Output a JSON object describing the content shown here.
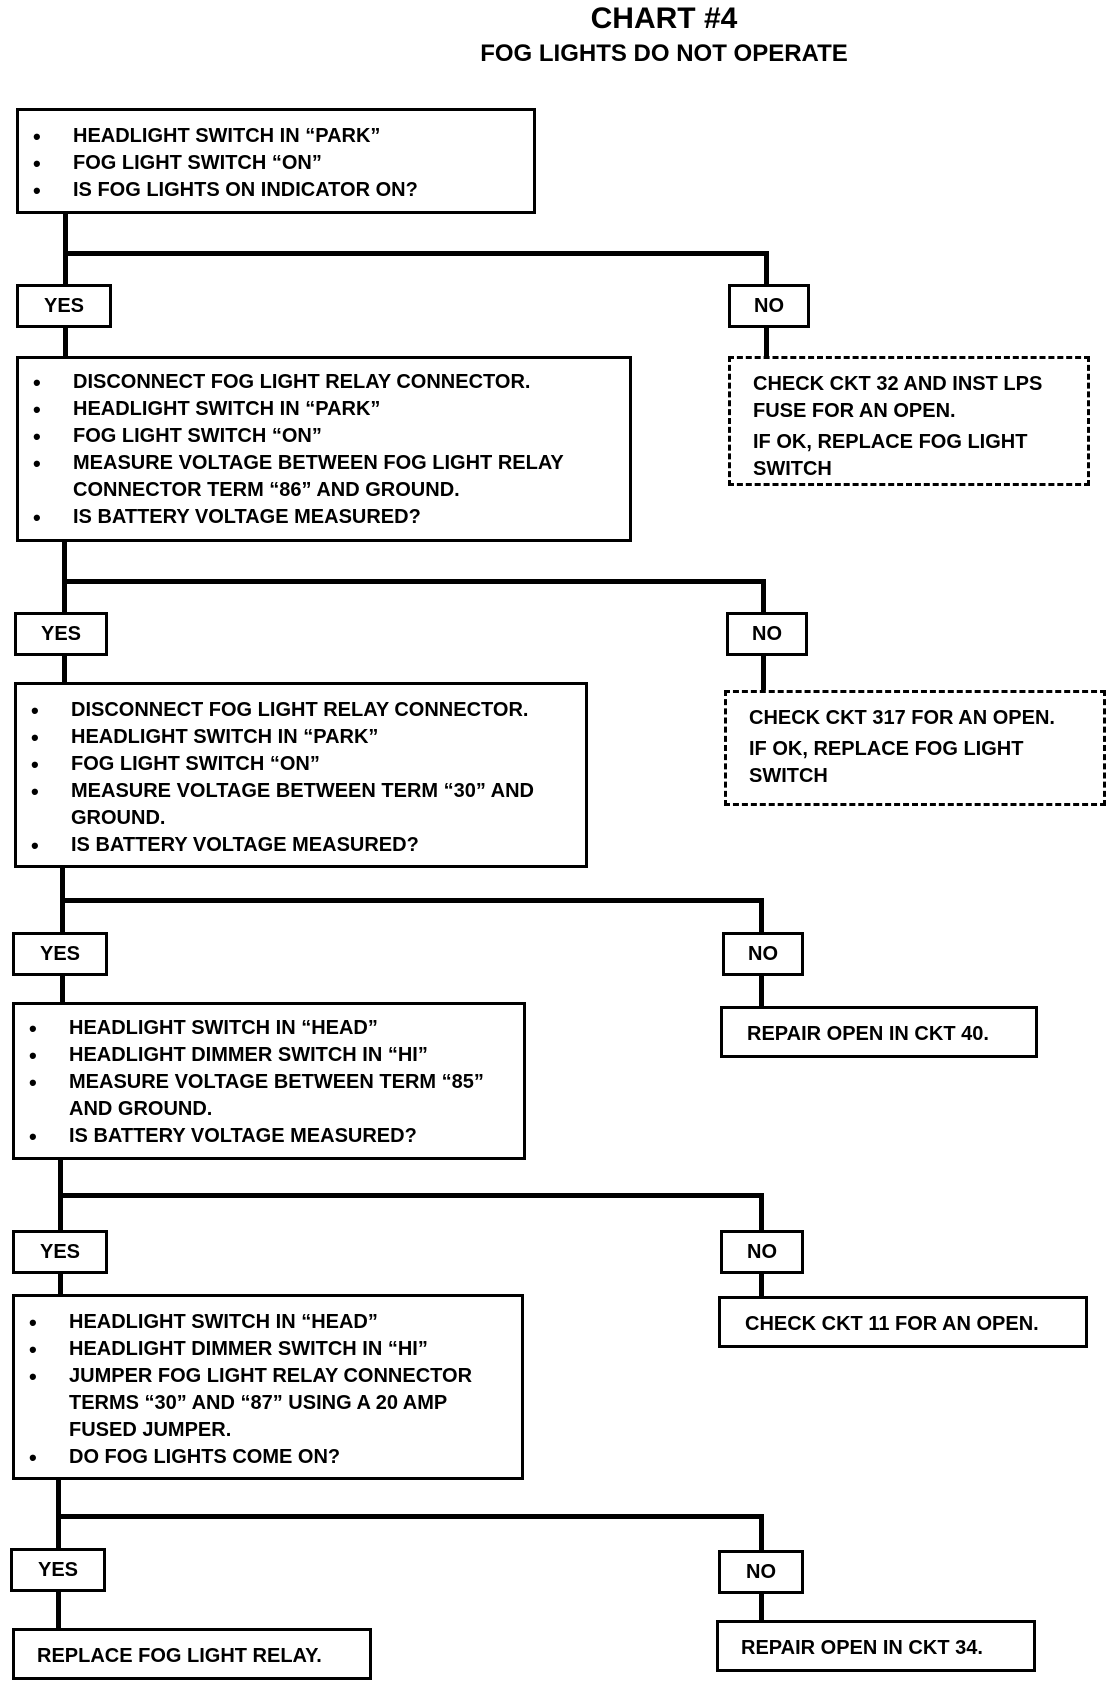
{
  "title": "CHART #4",
  "subtitle": "FOG LIGHTS DO NOT OPERATE",
  "answers": {
    "yes": "YES",
    "no": "NO"
  },
  "steps": [
    {
      "items": [
        "HEADLIGHT SWITCH IN “PARK”",
        "FOG LIGHT SWITCH “ON”",
        "IS FOG LIGHTS ON INDICATOR ON?"
      ],
      "no_result": [
        "CHECK CKT 32 AND INST LPS FUSE FOR AN OPEN.",
        "IF OK, REPLACE FOG LIGHT SWITCH"
      ]
    },
    {
      "items": [
        "DISCONNECT FOG LIGHT RELAY CONNECTOR.",
        "HEADLIGHT SWITCH IN “PARK”",
        "FOG LIGHT SWITCH “ON”",
        "MEASURE VOLTAGE BETWEEN FOG LIGHT RELAY CONNECTOR TERM “86” AND GROUND.",
        "IS BATTERY VOLTAGE MEASURED?"
      ],
      "no_result": [
        "CHECK CKT 317 FOR AN OPEN.",
        "IF OK, REPLACE FOG LIGHT SWITCH"
      ]
    },
    {
      "items": [
        "DISCONNECT FOG LIGHT RELAY CONNECTOR.",
        "HEADLIGHT SWITCH IN “PARK”",
        "FOG LIGHT SWITCH “ON”",
        "MEASURE VOLTAGE BETWEEN TERM “30” AND GROUND.",
        "IS BATTERY VOLTAGE MEASURED?"
      ],
      "no_result": [
        "REPAIR OPEN IN CKT 40."
      ]
    },
    {
      "items": [
        "HEADLIGHT SWITCH IN “HEAD”",
        "HEADLIGHT DIMMER SWITCH IN “HI”",
        "MEASURE VOLTAGE BETWEEN TERM “85” AND GROUND.",
        "IS BATTERY VOLTAGE MEASURED?"
      ],
      "no_result": [
        "CHECK CKT 11 FOR AN OPEN."
      ]
    },
    {
      "items": [
        "HEADLIGHT SWITCH IN “HEAD”",
        "HEADLIGHT DIMMER SWITCH IN “HI”",
        "JUMPER FOG LIGHT RELAY CONNECTOR TERMS “30” AND “87” USING A 20 AMP FUSED JUMPER.",
        "DO FOG LIGHTS COME ON?"
      ],
      "no_result": [
        "REPAIR OPEN IN CKT 34."
      ]
    }
  ],
  "final_yes_result": "REPLACE FOG LIGHT RELAY."
}
